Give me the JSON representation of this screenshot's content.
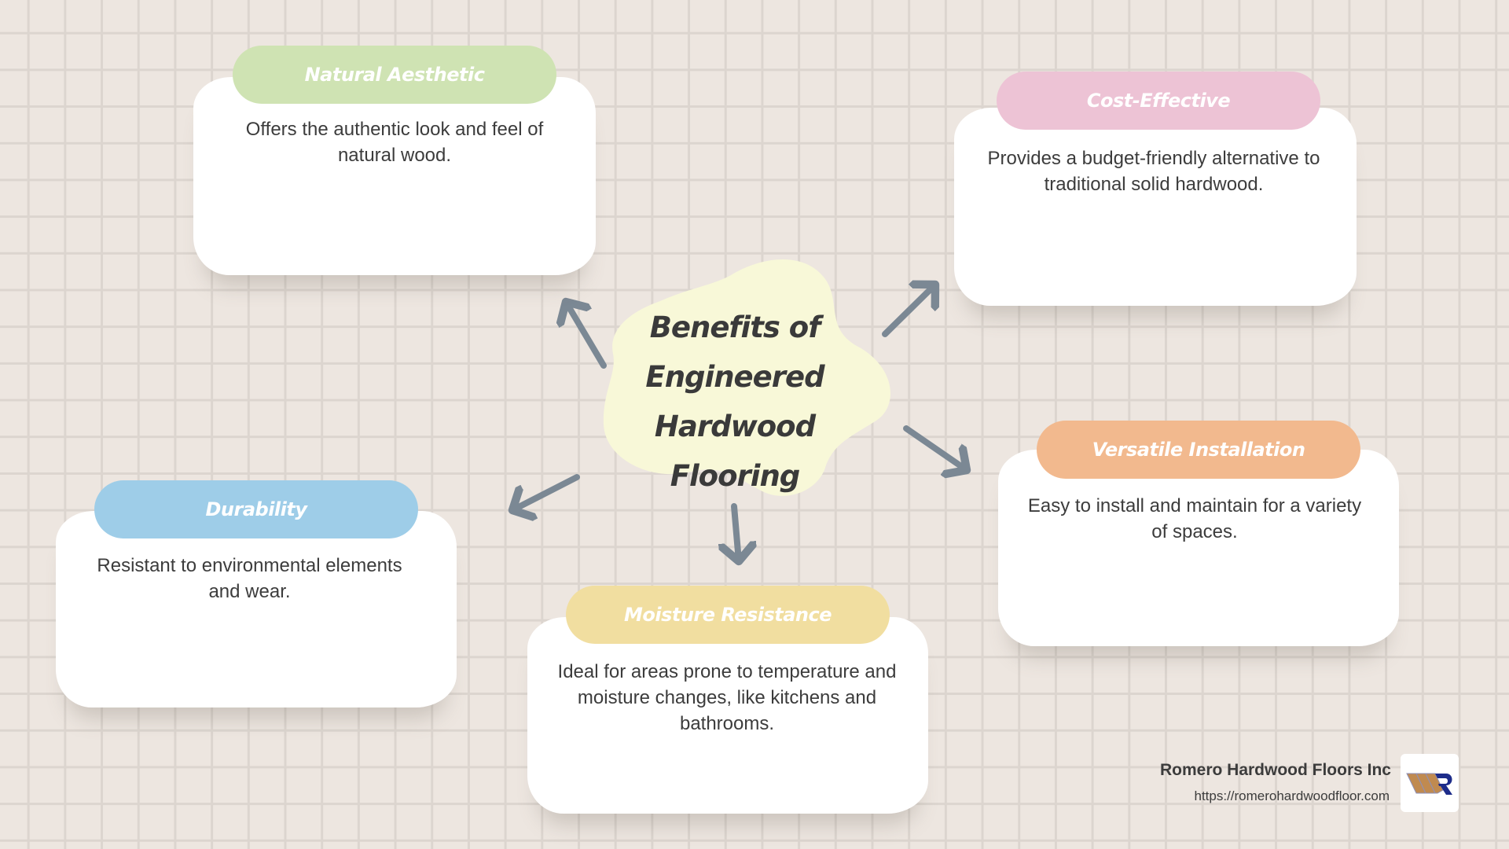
{
  "center": {
    "title_lines": [
      "Benefits of",
      "Engineered",
      "Hardwood Flooring"
    ],
    "blob_color": "#f8f8d8"
  },
  "benefits": [
    {
      "title": "Natural Aesthetic",
      "description": "Offers the authentic look and feel of natural wood.",
      "color": "#cfe3b3"
    },
    {
      "title": "Cost-Effective",
      "description": "Provides a budget-friendly alternative to traditional solid hardwood.",
      "color": "#edc3d5"
    },
    {
      "title": "Versatile Installation",
      "description": "Easy to install and maintain for a variety of spaces.",
      "color": "#f2b98e"
    },
    {
      "title": "Moisture Resistance",
      "description": "Ideal for areas prone to temperature and moisture changes, like kitchens and bathrooms.",
      "color": "#f1dea0"
    },
    {
      "title": "Durability",
      "description": "Resistant to environmental elements and wear.",
      "color": "#9ecde8"
    }
  ],
  "arrow_color": "#7b8894",
  "footer": {
    "company": "Romero Hardwood Floors Inc",
    "url": "https://romerohardwoodfloor.com",
    "logo_icon": "romero-r-logo"
  }
}
